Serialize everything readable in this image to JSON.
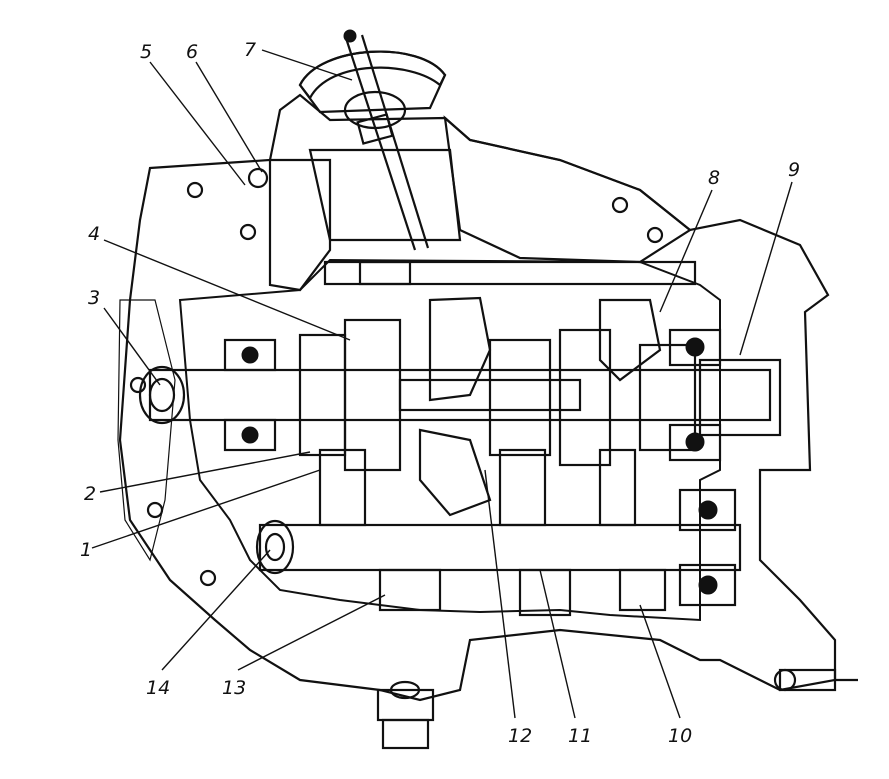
{
  "colors": {
    "ink": "#111111",
    "paper": "#ffffff"
  },
  "callouts": [
    {
      "id": "c1",
      "text": "1"
    },
    {
      "id": "c2",
      "text": "2"
    },
    {
      "id": "c3",
      "text": "3"
    },
    {
      "id": "c4",
      "text": "4"
    },
    {
      "id": "c5",
      "text": "5"
    },
    {
      "id": "c6",
      "text": "6"
    },
    {
      "id": "c7",
      "text": "7"
    },
    {
      "id": "c8",
      "text": "8"
    },
    {
      "id": "c9",
      "text": "9"
    },
    {
      "id": "c10",
      "text": "10"
    },
    {
      "id": "c11",
      "text": "11"
    },
    {
      "id": "c12",
      "text": "12"
    },
    {
      "id": "c13",
      "text": "13"
    },
    {
      "id": "c14",
      "text": "14"
    }
  ]
}
